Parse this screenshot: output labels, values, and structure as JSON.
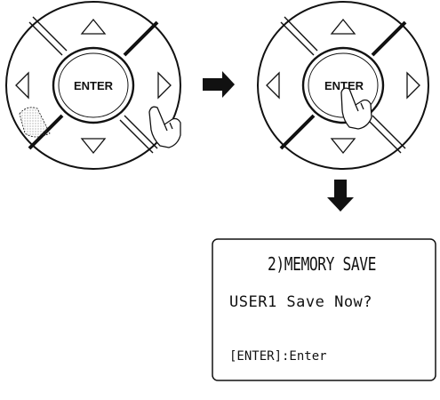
{
  "remote_left": {
    "center_label": "ENTER"
  },
  "remote_right": {
    "center_label": "ENTER"
  },
  "display": {
    "line1": "2)MEMORY SAVE",
    "line2": "USER1 Save Now?",
    "line3": "[ENTER]:Enter"
  },
  "colors": {
    "stroke": "#111111",
    "background": "#ffffff"
  }
}
